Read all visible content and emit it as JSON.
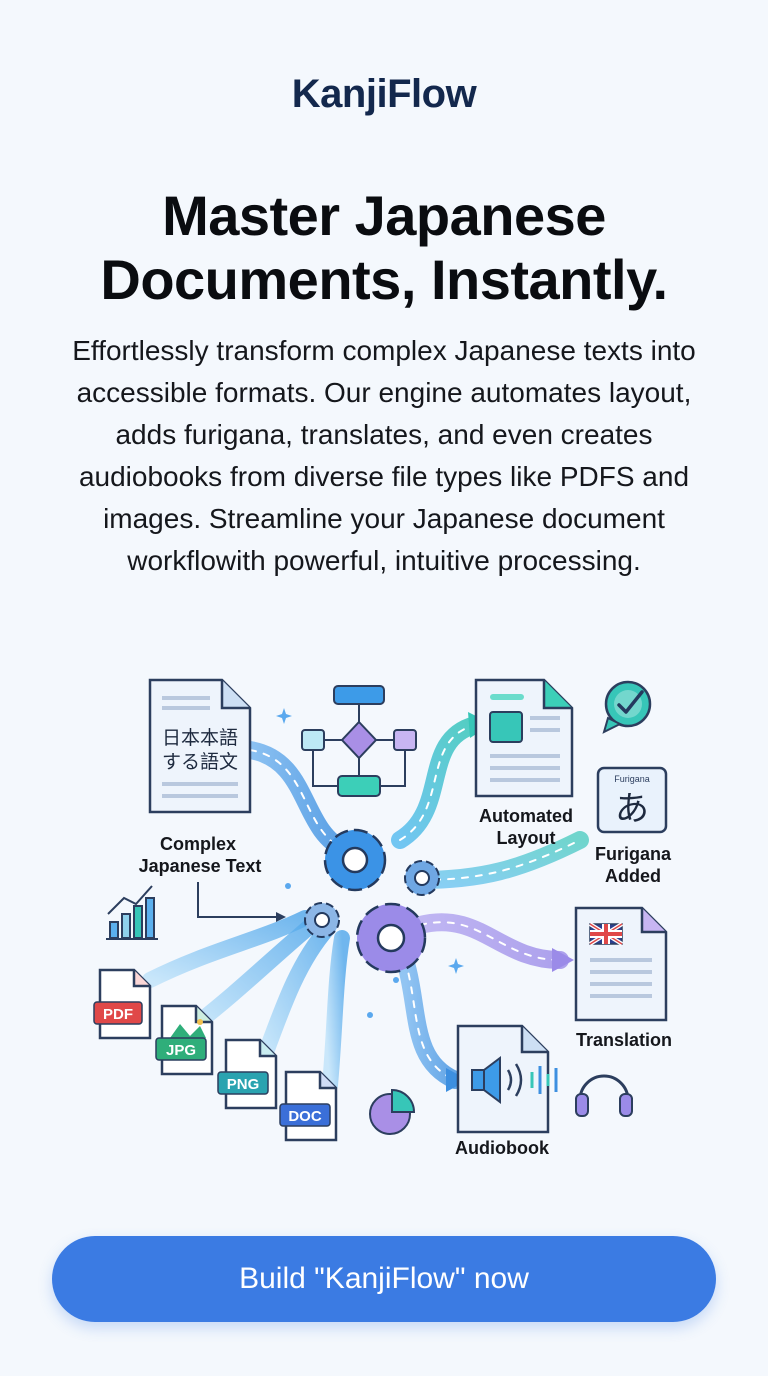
{
  "brand": "KanjiFlow",
  "headline": {
    "line1": "Master Japanese",
    "line2": "Documents, Instantly."
  },
  "description": "Effortlessly transform complex Japanese texts into accessible formats. Our engine automates layout, adds furigana, translates, and even creates audiobooks from diverse file types like PDFS and images. Streamline your Japanese document workflowith powerful, intuitive processing.",
  "illustration": {
    "source_doc_text": [
      "日本本語",
      "する語文"
    ],
    "source_label": [
      "Complex",
      "Japanese Text"
    ],
    "outputs": {
      "layout": [
        "Automated",
        "Layout"
      ],
      "furigana_badge": "Furigana",
      "furigana_glyph": "あ",
      "furigana": [
        "Furigana",
        "Added"
      ],
      "translation": "Translation",
      "audiobook": "Audiobook"
    },
    "file_types": [
      "PDF",
      "JPG",
      "PNG",
      "DOC"
    ],
    "colors": {
      "blue": "#3d8fe0",
      "teal": "#37c6b8",
      "purple": "#9b8be8",
      "pdf_red": "#e04848",
      "jpg_green": "#2fae7a",
      "png_teal": "#2aa3b0",
      "doc_blue": "#3b6fd8"
    }
  },
  "cta": {
    "label": "Build \"KanjiFlow\" now",
    "color": "#3b7be3"
  }
}
